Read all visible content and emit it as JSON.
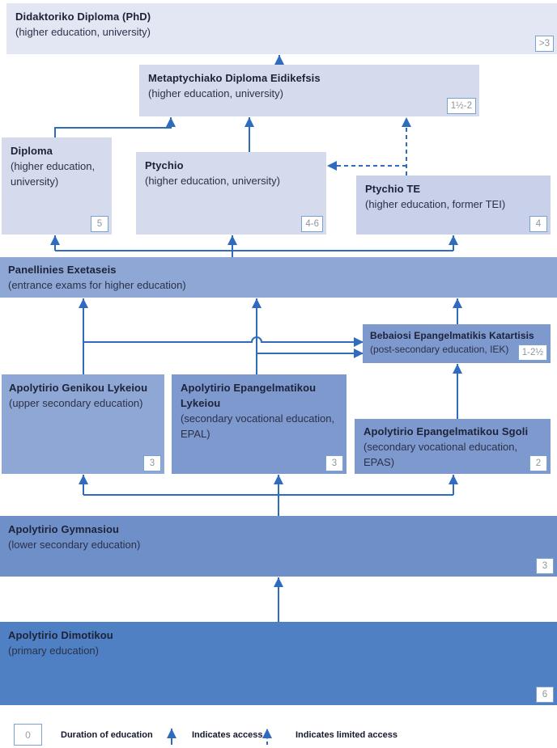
{
  "nodes": {
    "phd": {
      "title": "Didaktoriko Diploma (PhD)",
      "subtitle": "(higher education, university)",
      "duration": ">3"
    },
    "masters": {
      "title": "Metaptychiako Diploma Eidikefsis",
      "subtitle": "(higher education, university)",
      "duration": "1½-2"
    },
    "diploma": {
      "title": "Diploma",
      "subtitle": "(higher education, university)",
      "duration": "5"
    },
    "ptychio": {
      "title": "Ptychio",
      "subtitle": "(higher education, university)",
      "duration": "4-6"
    },
    "ptychio_te": {
      "title": "Ptychio TE",
      "subtitle": "(higher education, former TEI)",
      "duration": "4"
    },
    "panellinies": {
      "title": "Panellinies Exetaseis",
      "subtitle": "(entrance exams for higher education)"
    },
    "iek": {
      "title": "Bebaiosi Epangelmatikis Katartisis",
      "subtitle": "(post-secondary education, IEK)",
      "duration": "1-2½"
    },
    "geniko_lykeio": {
      "title": "Apolytirio Genikou Lykeiou",
      "subtitle": "(upper secondary education)",
      "duration": "3"
    },
    "epal": {
      "title": "Apolytirio Epangelmatikou Lykeiou",
      "subtitle": "(secondary vocational education, EPAL)",
      "duration": "3"
    },
    "epas": {
      "title": "Apolytirio Epangelmatikou Sgoli",
      "subtitle": "(secondary vocational education, EPAS)",
      "duration": "2"
    },
    "gymnasio": {
      "title": "Apolytirio Gymnasiou",
      "subtitle": "(lower secondary education)",
      "duration": "3"
    },
    "dimotiko": {
      "title": "Apolytirio Dimotikou",
      "subtitle": "(primary education)",
      "duration": "6"
    }
  },
  "legend": {
    "duration_sample": "0",
    "duration_label": "Duration of education",
    "access_label": "Indicates access",
    "limited_access_label": "Indicates limited access"
  },
  "colors": {
    "arrow": "#2f6cbe",
    "tertiary_light_box": "#e3e7f3",
    "tertiary_box": "#d6daed",
    "tertiary_te_box": "#c9d1ea",
    "exam_box": "#8ea7d5",
    "vocational_box": "#7d99ce",
    "lower_secondary_box": "#6f8fc8",
    "primary_box": "#4f80c3",
    "badge_border": "#78a2d1",
    "badge_text": "#8f959e"
  }
}
